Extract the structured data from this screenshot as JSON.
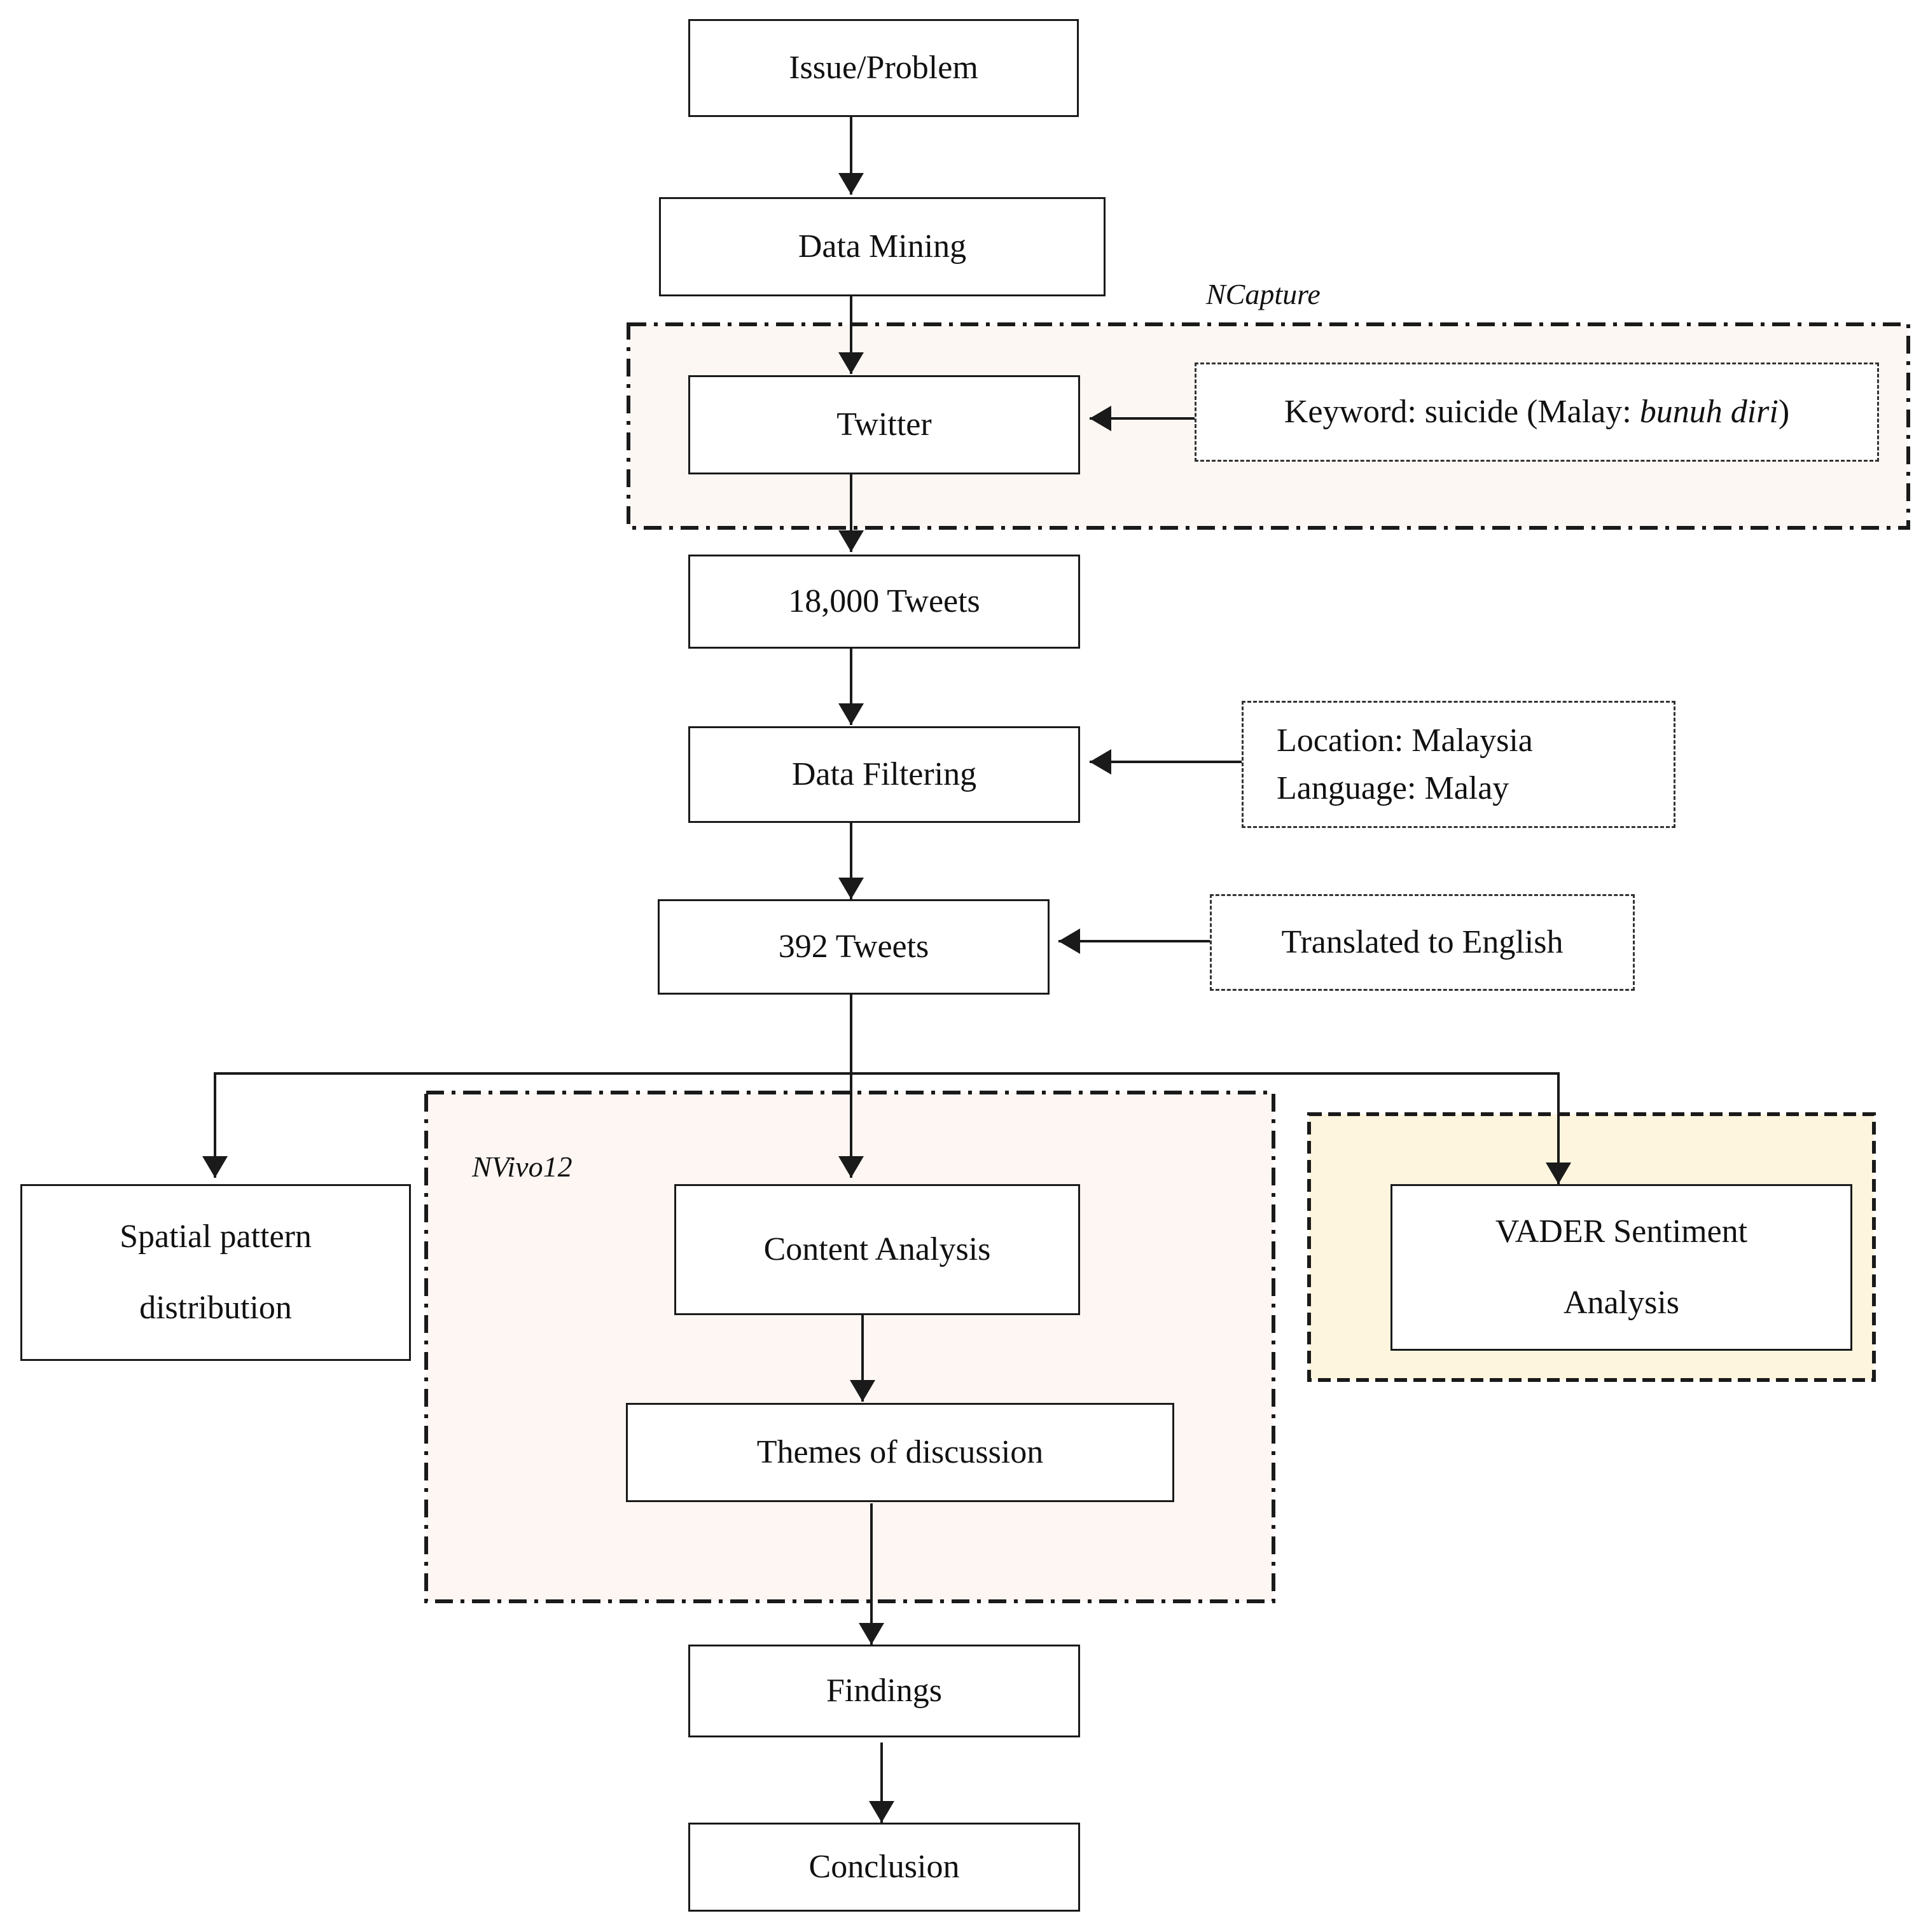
{
  "regions": {
    "ncapture_label": "NCapture",
    "nvivo_label": "NVivo12"
  },
  "boxes": {
    "issue": "Issue/Problem",
    "data_mining": "Data Mining",
    "twitter": "Twitter",
    "tweets_18000": "18,000 Tweets",
    "data_filtering": "Data Filtering",
    "tweets_392": "392 Tweets",
    "spatial_line1": "Spatial pattern",
    "spatial_line2": "distribution",
    "content_analysis": "Content Analysis",
    "themes": "Themes of discussion",
    "vader_line1": "VADER Sentiment",
    "vader_line2": "Analysis",
    "findings": "Findings",
    "conclusion": "Conclusion"
  },
  "notes": {
    "keyword_prefix": "Keyword: suicide (Malay: ",
    "keyword_italic": "bunuh diri",
    "keyword_suffix": ")",
    "location": "Location: Malaysia",
    "language": "Language: Malay",
    "translated": "Translated to English"
  },
  "colors": {
    "ncapture_fill": "#fdf7f4",
    "nvivo_fill": "#fdf6f3",
    "vader_fill": "#fef5de",
    "stroke": "#1a1a1a"
  }
}
